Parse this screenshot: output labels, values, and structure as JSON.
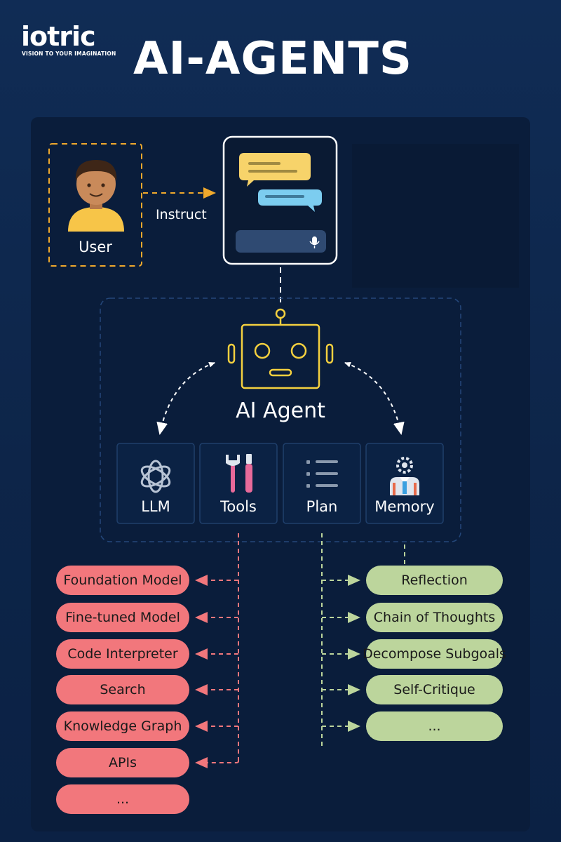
{
  "brand": {
    "name": "iotric",
    "tagline": "VISION TO YOUR IMAGINATION"
  },
  "title": "AI-AGENTS",
  "colors": {
    "background": "#0d2549",
    "panel": "#0a1d3b",
    "user_accent": "#f0a92c",
    "agent_accent": "#f4d03f",
    "tool_pill": "#f2777c",
    "plan_pill": "#bcd59c",
    "chat_bubble_yellow": "#f7d36a",
    "chat_bubble_blue": "#7ccdf0"
  },
  "diagram": {
    "user": {
      "label": "User",
      "icon": "user-avatar-icon"
    },
    "instruct_label": "Instruct",
    "chat_window": {
      "icon": "chat-window-icon",
      "input_icon": "microphone-icon"
    },
    "agent": {
      "label": "AI Agent",
      "icon": "robot-icon"
    },
    "modules": [
      {
        "label": "LLM",
        "icon": "openai-logo-icon"
      },
      {
        "label": "Tools",
        "icon": "wrench-screwdriver-icon"
      },
      {
        "label": "Plan",
        "icon": "checklist-icon"
      },
      {
        "label": "Memory",
        "icon": "person-gear-icon"
      }
    ],
    "tools_list": [
      "Foundation Model",
      "Fine-tuned Model",
      "Code Interpreter",
      "Search",
      "Knowledge Graph",
      "APIs",
      "..."
    ],
    "plan_list": [
      "Reflection",
      "Chain of Thoughts",
      "Decompose Subgoals",
      "Self-Critique",
      "..."
    ]
  }
}
